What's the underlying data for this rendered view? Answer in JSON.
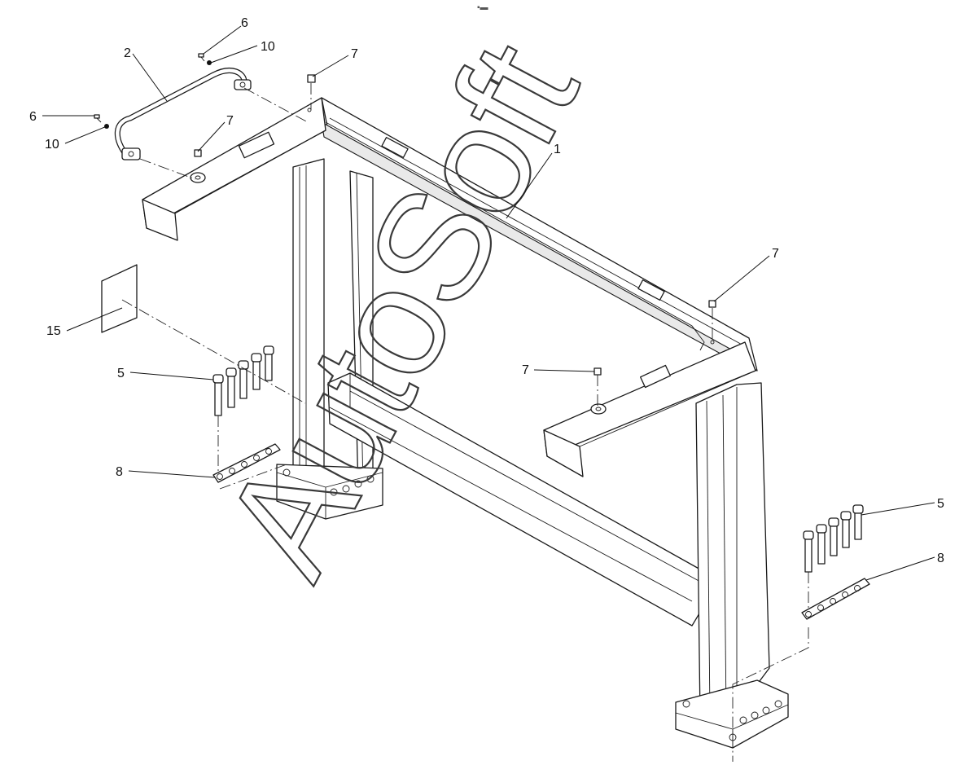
{
  "drawing": {
    "type": "exploded-assembly",
    "watermark": "AutoSoft",
    "top_mark": "▪▬",
    "callouts": [
      {
        "id": "c-1",
        "label": "1"
      },
      {
        "id": "c-2",
        "label": "2"
      },
      {
        "id": "c-6a",
        "label": "6"
      },
      {
        "id": "c-6b",
        "label": "6"
      },
      {
        "id": "c-10a",
        "label": "10"
      },
      {
        "id": "c-10b",
        "label": "10"
      },
      {
        "id": "c-7a",
        "label": "7"
      },
      {
        "id": "c-7b",
        "label": "7"
      },
      {
        "id": "c-7c",
        "label": "7"
      },
      {
        "id": "c-7d",
        "label": "7"
      },
      {
        "id": "c-15",
        "label": "15"
      },
      {
        "id": "c-5a",
        "label": "5"
      },
      {
        "id": "c-5b",
        "label": "5"
      },
      {
        "id": "c-8a",
        "label": "8"
      },
      {
        "id": "c-8b",
        "label": "8"
      }
    ]
  }
}
